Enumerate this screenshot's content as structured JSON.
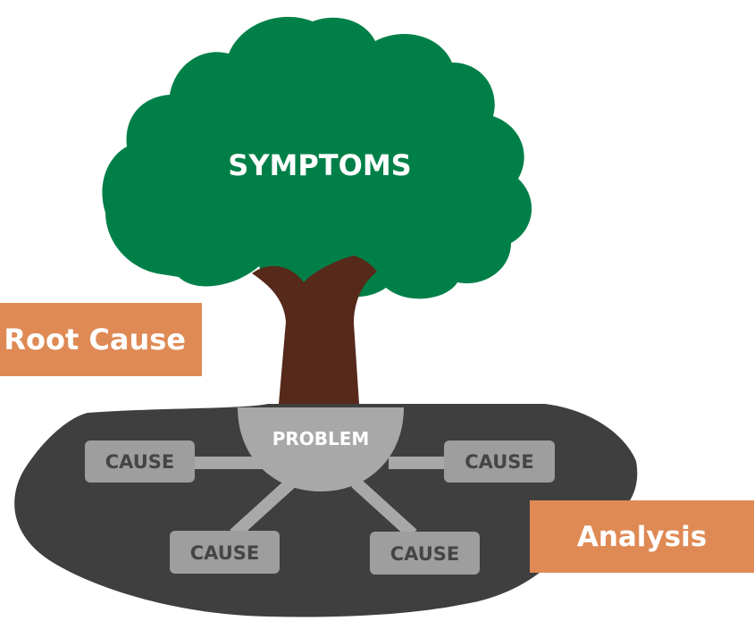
{
  "diagram": {
    "canopy_label": "SYMPTOMS",
    "center_label": "PROBLEM",
    "causes": [
      "CAUSE",
      "CAUSE",
      "CAUSE",
      "CAUSE"
    ],
    "side_labels": {
      "left": "Root Cause",
      "right": "Analysis"
    },
    "colors": {
      "canopy": "#008048",
      "trunk": "#56291a",
      "ground": "#3f3f3f",
      "problem": "#a8a8a8",
      "cause_box": "#9e9e9e",
      "cause_text": "#454545",
      "label_box": "#df8a55"
    }
  }
}
